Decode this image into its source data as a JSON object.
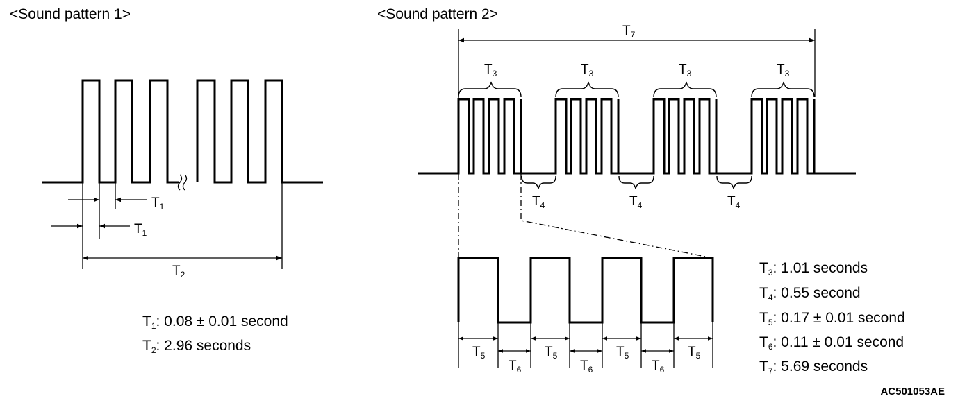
{
  "pattern1": {
    "heading": "<Sound pattern 1>",
    "labels": {
      "t1": "T",
      "t1_sub": "1",
      "t2": "T",
      "t2_sub": "2"
    },
    "specs": [
      {
        "sym": "T",
        "sub": "1",
        "text": ": 0.08 ± 0.01 second"
      },
      {
        "sym": "T",
        "sub": "2",
        "text": ": 2.96 seconds"
      }
    ]
  },
  "pattern2": {
    "heading": "<Sound pattern 2>",
    "labels": {
      "t3": "T",
      "t3_sub": "3",
      "t4": "T",
      "t4_sub": "4",
      "t5": "T",
      "t5_sub": "5",
      "t6": "T",
      "t6_sub": "6",
      "t7": "T",
      "t7_sub": "7"
    },
    "specs": [
      {
        "sym": "T",
        "sub": "3",
        "text": ": 1.01 seconds"
      },
      {
        "sym": "T",
        "sub": "4",
        "text": ": 0.55 second"
      },
      {
        "sym": "T",
        "sub": "5",
        "text": ": 0.17 ± 0.01 second"
      },
      {
        "sym": "T",
        "sub": "6",
        "text": ": 0.11 ± 0.01 second"
      },
      {
        "sym": "T",
        "sub": "7",
        "text": ": 5.69 seconds"
      }
    ]
  },
  "figure_code": "AC501053AE"
}
